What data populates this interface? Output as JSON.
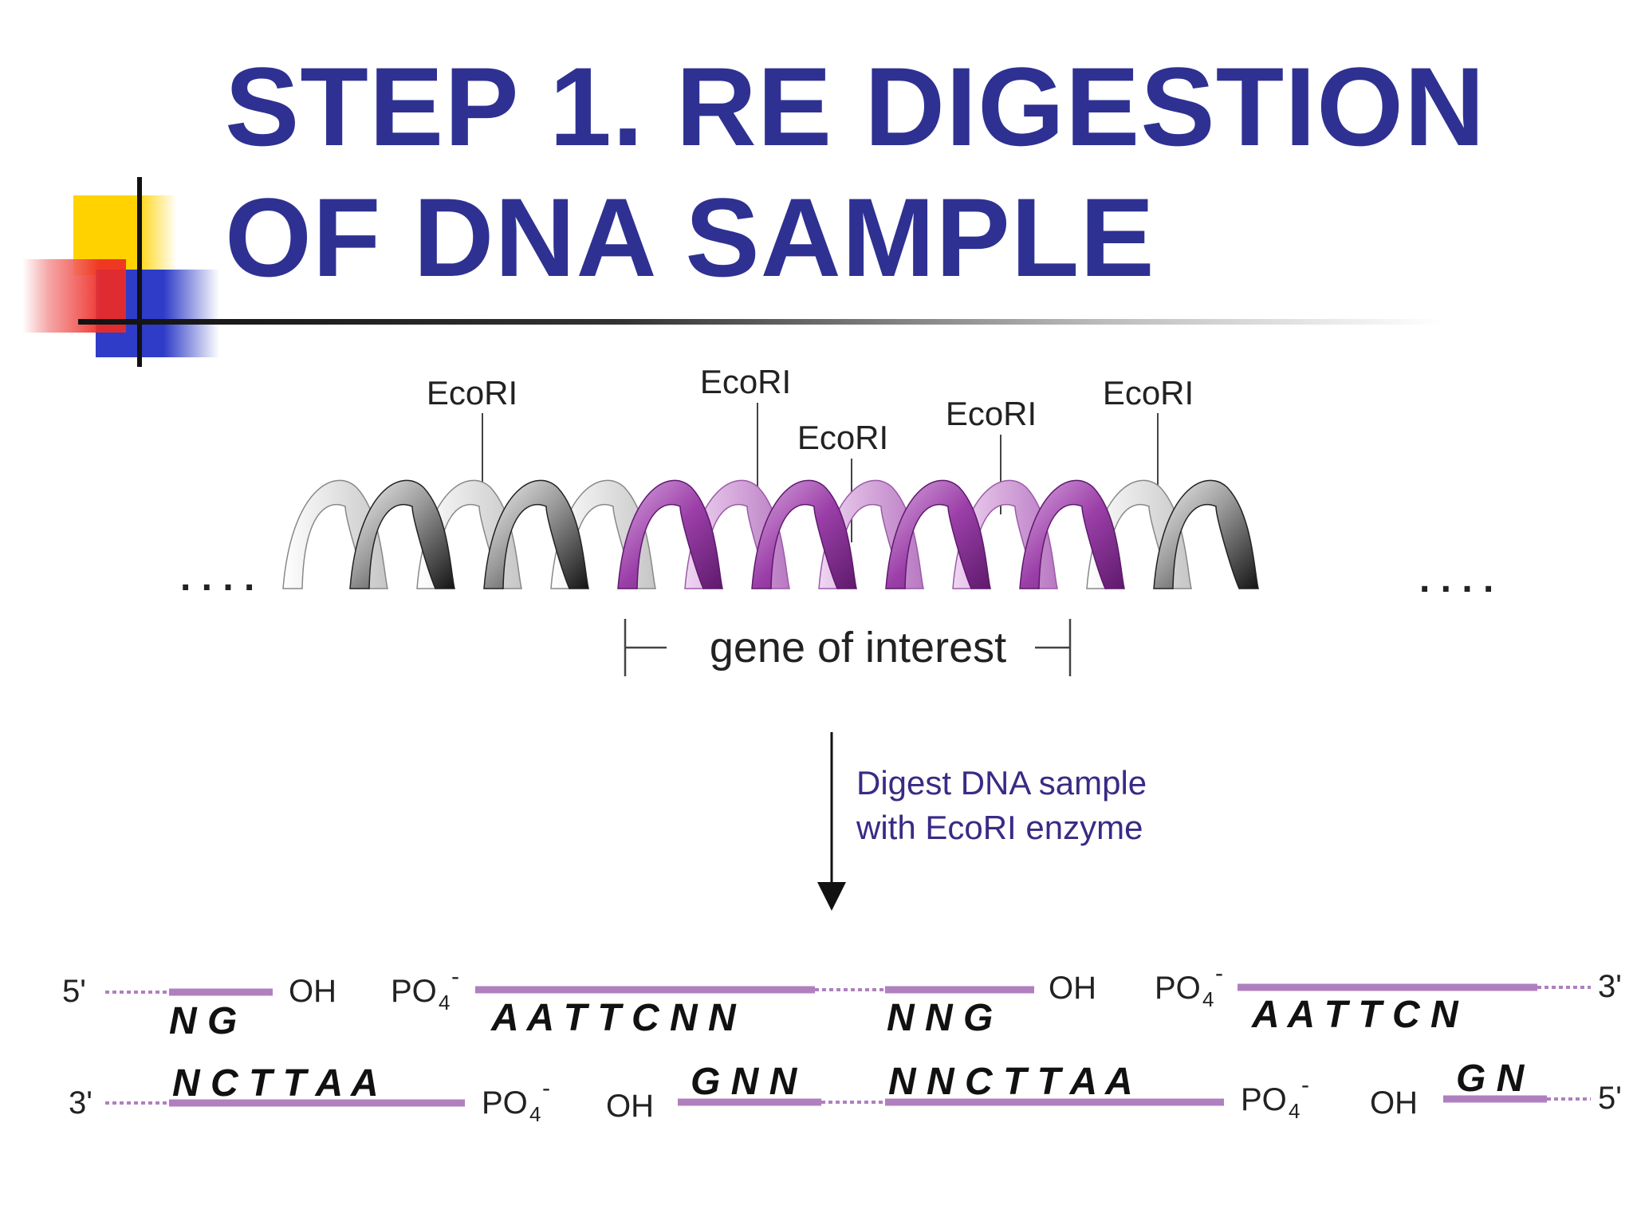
{
  "slide": {
    "title_line1": "STEP 1. RE DIGESTION",
    "title_line2": "OF DNA SAMPLE"
  },
  "colors": {
    "title": "#2e3192",
    "gene_strand": "#8e3a9c",
    "fragment_bar": "#b07fc0",
    "digest_text": "#3a2a86",
    "deco_yellow": "#ffd200",
    "deco_red": "#ee2a24",
    "deco_blue": "#2e3cc8"
  },
  "helix": {
    "sites": [
      "EcoRI",
      "EcoRI",
      "EcoRI",
      "EcoRI",
      "EcoRI"
    ],
    "gene_label": "gene of interest",
    "left_dots": ". . . .",
    "right_dots": ". . . ."
  },
  "digest": {
    "line1": "Digest DNA sample",
    "line2": "with EcoRI enzyme"
  },
  "fragments": {
    "top": {
      "end5": "5'",
      "end3": "3'",
      "seq1": "N G",
      "seq2": "A A T T C N N",
      "seq3": "N N G",
      "seq4": "A A T T C N",
      "oh1": "OH",
      "oh2": "OH",
      "po1": "PO",
      "po2": "PO"
    },
    "bottom": {
      "end3": "3'",
      "end5": "5'",
      "seq1": "N C T T A A",
      "seq2": "G N N",
      "seq3": "N N C T T A A",
      "seq4": "G N",
      "po1": "PO",
      "po2": "PO",
      "oh1": "OH",
      "oh2": "OH"
    },
    "po_sub": "4",
    "po_sup": "-"
  }
}
